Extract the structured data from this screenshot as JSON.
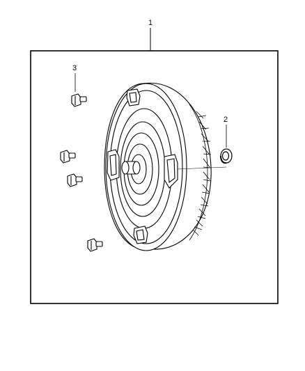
{
  "callouts": {
    "assembly": "1",
    "seal": "2",
    "bolt": "3"
  },
  "colors": {
    "line": "#000000",
    "fill": "#ffffff"
  }
}
